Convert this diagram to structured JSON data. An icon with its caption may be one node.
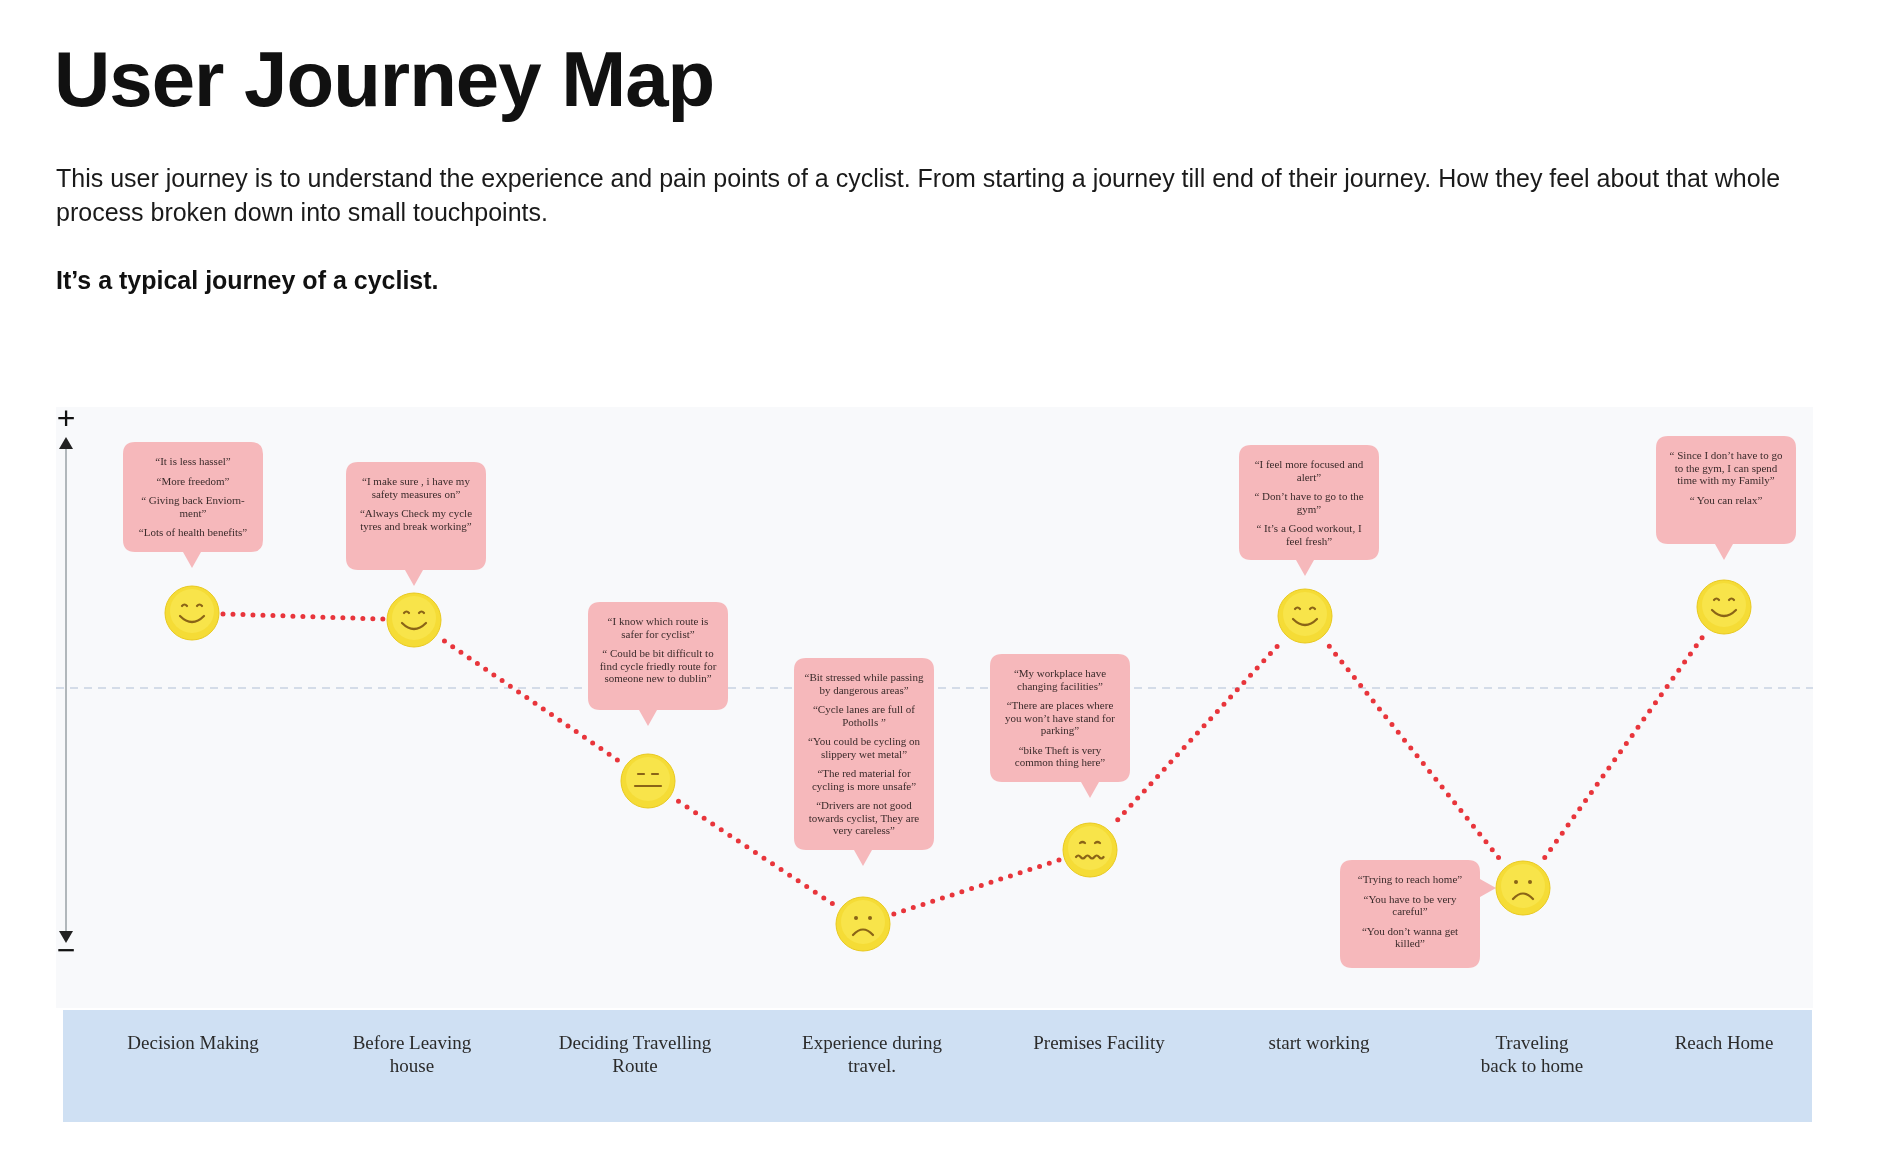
{
  "diagram": {
    "title": "User Journey Map",
    "nodes": [
      {
        "text": [
          "“It is less hassel”",
          "“More freedom”",
          "“ Giving back Enviorn-ment”",
          "“Lots of health benefits”"
        ]
      },
      {
        "text": [],
        "shape": "circle"
      },
      {
        "text": [
          "“I make sure , i have my safety measures on”",
          "“Always Check my cycle tyres and break working”"
        ]
      },
      {
        "text": [],
        "shape": "circle"
      },
      {
        "text": [
          "“I know which route is safer for cyclist”",
          "“ Could be bit difficult to find cycle friedly route for someone new to dublin”"
        ]
      },
      {
        "text": [],
        "shape": "circle"
      },
      {
        "text": [
          "“Bit stressed while passing by dangerous areas”",
          "“Cycle lanes are full of Potholls ”",
          "“You could be cycling on slippery wet metal”",
          "“The red material for cycling is more unsafe”",
          "“Drivers are not good towards cyclist, They are very careless”"
        ]
      },
      {
        "text": [],
        "shape": "circle"
      },
      {
        "text": [
          "“My workplace have changing facilities”",
          "“There are places where you won’t have stand for parking”",
          "“bike Theft is very common thing here”"
        ]
      },
      {
        "text": [],
        "shape": "circle"
      },
      {
        "text": [
          "“I feel more focused and alert”",
          "“ Don’t have to go to the gym”",
          "“ It’s a Good workout, I feel fresh”"
        ]
      },
      {
        "text": [],
        "shape": "circle"
      },
      {
        "text": [
          "“Trying to reach home”",
          "“You have to be very careful”",
          "“You don’t wanna get killed”"
        ]
      },
      {
        "text": [],
        "shape": "circle"
      },
      {
        "text": [
          "“ Since I don’t have to go to the gym, I can spend time with my Family”",
          "“ You can relax”"
        ]
      },
      {
        "text": [],
        "shape": "circle"
      },
      {
        "text": [
          "Decision Making",
          "Before Leaving house",
          "Deciding Travelling Route",
          "Experience during travel.",
          "Premises Facility",
          "start working",
          "Traveling back to home",
          "Reach Home"
        ]
      }
    ],
    "edges": [
      {
        "from": 1,
        "to": 3,
        "arrow": "none",
        "style": "dashed"
      },
      {
        "from": 3,
        "to": 5,
        "arrow": "none",
        "style": "dashed"
      },
      {
        "from": 5,
        "to": 7,
        "arrow": "none",
        "style": "dashed"
      },
      {
        "from": 7,
        "to": 9,
        "arrow": "none",
        "style": "dashed"
      },
      {
        "from": 9,
        "to": 11,
        "arrow": "none",
        "style": "dashed"
      },
      {
        "from": 11,
        "to": 13,
        "arrow": "none",
        "style": "dashed"
      },
      {
        "from": 13,
        "to": 15,
        "arrow": "none",
        "style": "dashed"
      }
    ],
    "labels": [
      "This user journey is to understand the experience and pain points of a cyclist. From starting a journey till end of their journey. How they feel about that whole process broken down into small touchpoints.",
      "It’s a typical journey of a cyclist.",
      "+",
      "−"
    ]
  }
}
